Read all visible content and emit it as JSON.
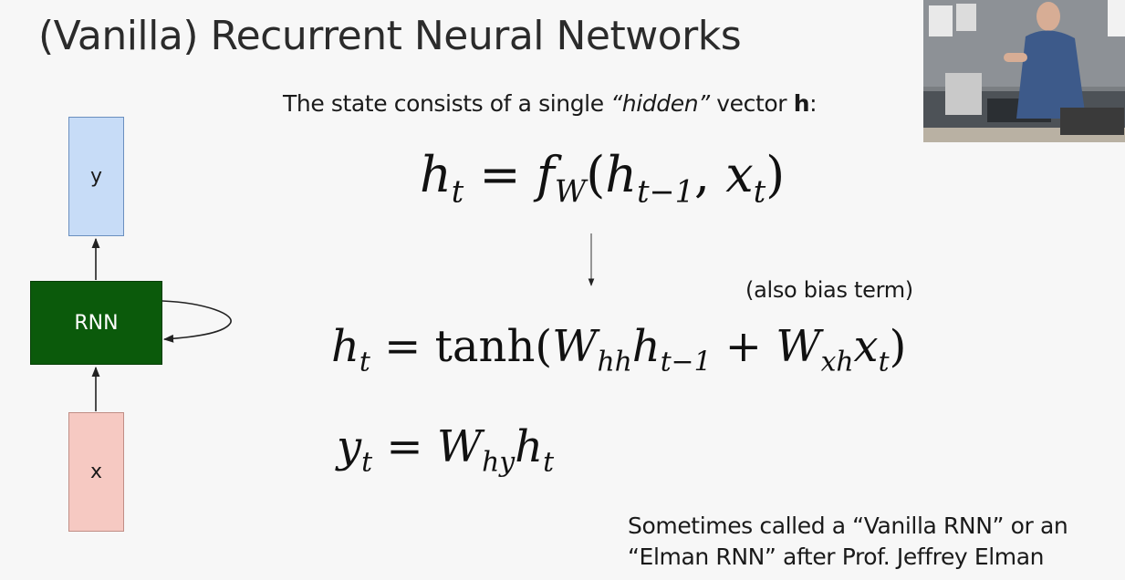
{
  "slide": {
    "title": "(Vanilla) Recurrent Neural Networks",
    "state_prefix": "The state consists of a single ",
    "state_hidden": "“hidden”",
    "state_vector_word": " vector ",
    "state_h": "h",
    "state_colon": ":",
    "bias_note": "(also bias term)",
    "footnote_line1": "Sometimes called a “Vanilla RNN” or an",
    "footnote_line2": "“Elman RNN” after Prof. Jeffrey Elman"
  },
  "diagram": {
    "output_label": "y",
    "cell_label": "RNN",
    "input_label": "x",
    "colors": {
      "output_box": "#c7dcf7",
      "cell_box": "#0b5a0b",
      "input_box": "#f6c9c2"
    }
  },
  "equations": {
    "eq1": {
      "lhs": "h",
      "lhs_sub": "t",
      "eq": " = ",
      "f": "f",
      "f_sub": "W",
      "open": "(",
      "a": "h",
      "a_sub": "t−1",
      "comma": ", ",
      "b": "x",
      "b_sub": "t",
      "close": ")"
    },
    "eq2": {
      "lhs": "h",
      "lhs_sub": "t",
      "eq": " = ",
      "fn": "tanh(",
      "w1": "W",
      "w1_sub": "hh",
      "v1": "h",
      "v1_sub": "t−1",
      "plus": " + ",
      "w2": "W",
      "w2_sub": "xh",
      "v2": "x",
      "v2_sub": "t",
      "close": ")"
    },
    "eq3": {
      "lhs": "y",
      "lhs_sub": "t",
      "eq": " = ",
      "w": "W",
      "w_sub": "hy",
      "v": "h",
      "v_sub": "t"
    }
  },
  "webcam": {
    "icon": "presenter-video-icon"
  }
}
